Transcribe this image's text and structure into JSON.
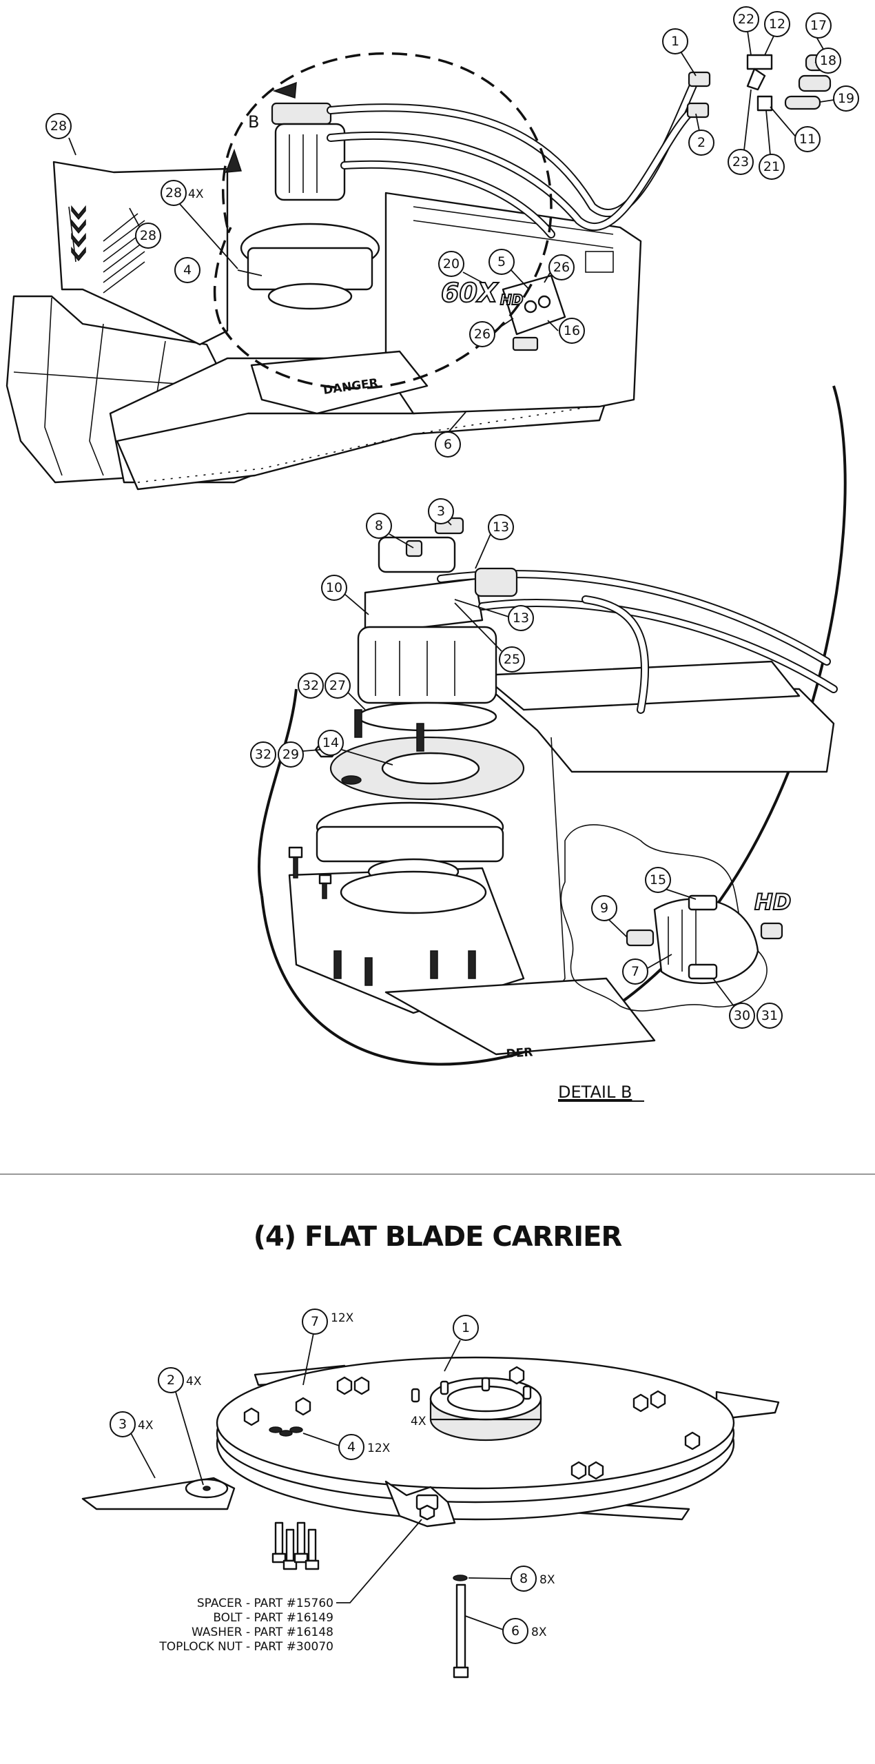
{
  "top_view": {
    "view_letter": "B",
    "logo_model": "60X",
    "logo_suffix": "HD",
    "deck_brand": "DANGER",
    "callouts": [
      {
        "num": "1"
      },
      {
        "num": "2"
      },
      {
        "num": "4"
      },
      {
        "num": "5"
      },
      {
        "num": "6"
      },
      {
        "num": "11"
      },
      {
        "num": "12"
      },
      {
        "num": "16"
      },
      {
        "num": "17"
      },
      {
        "num": "18"
      },
      {
        "num": "19"
      },
      {
        "num": "20"
      },
      {
        "num": "21"
      },
      {
        "num": "22"
      },
      {
        "num": "23"
      },
      {
        "num": "26"
      },
      {
        "num": "26"
      },
      {
        "num": "28"
      },
      {
        "num": "28"
      },
      {
        "num": "28",
        "qty": "4X"
      }
    ]
  },
  "detail_b": {
    "label": "DETAIL  B",
    "badge_text": "HD",
    "deck_brand_partial": "DER",
    "callouts": [
      {
        "num": "3"
      },
      {
        "num": "7"
      },
      {
        "num": "8"
      },
      {
        "num": "9"
      },
      {
        "num": "10"
      },
      {
        "num": "13"
      },
      {
        "num": "13"
      },
      {
        "num": "14"
      },
      {
        "num": "15"
      },
      {
        "num": "25"
      },
      {
        "num": "27"
      },
      {
        "num": "29"
      },
      {
        "num": "30"
      },
      {
        "num": "31"
      },
      {
        "num": "32"
      },
      {
        "num": "32"
      }
    ]
  },
  "blade_carrier": {
    "title": "(4) FLAT BLADE CARRIER",
    "hub_qty": "4X",
    "callouts": [
      {
        "num": "1"
      },
      {
        "num": "2",
        "qty": "4X"
      },
      {
        "num": "3",
        "qty": "4X"
      },
      {
        "num": "4",
        "qty": "12X"
      },
      {
        "num": "6",
        "qty": "8X"
      },
      {
        "num": "7",
        "qty": "12X"
      },
      {
        "num": "8",
        "qty": "8X"
      }
    ],
    "spacer_label": "SPACER - PART #15760",
    "bolt_label": "BOLT - PART #16149",
    "washer_label": "WASHER - PART #16148",
    "nut_label": "TOPLOCK NUT - PART #30070"
  }
}
